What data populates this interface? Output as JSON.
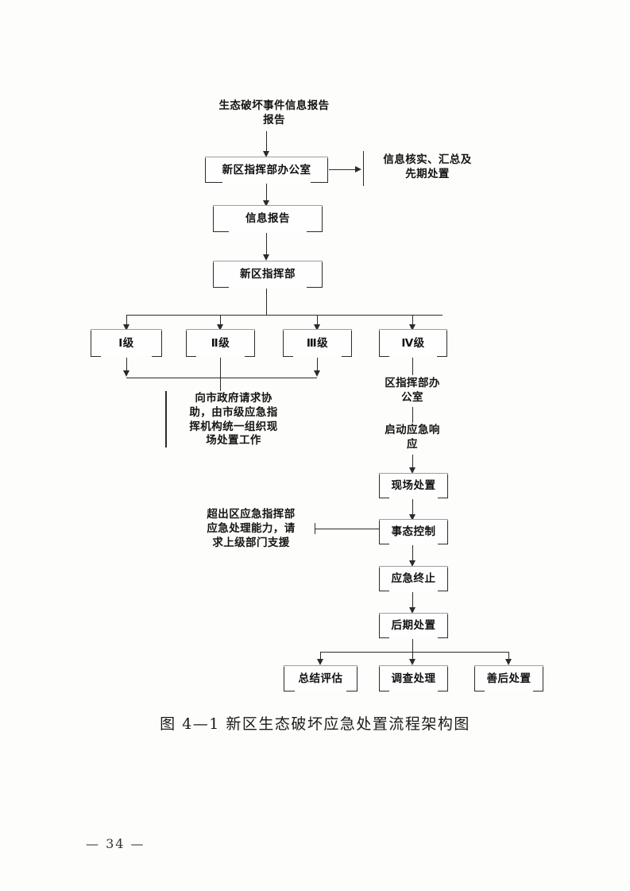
{
  "document": {
    "caption": "图 4—1 新区生态破坏应急处置流程架构图",
    "page_number": "— 34 —"
  },
  "flowchart": {
    "title_node": "生态破坏事件信息\n报告",
    "nodes": {
      "report_header": "生态破坏事件信息报告",
      "new_district_office": "新区指挥部办公室",
      "verify_note": "信息核实、汇总及\n先期处置",
      "info_report": "信息报告",
      "new_district_hq": "新区指挥部",
      "level_1": "Ⅰ级",
      "level_2": "Ⅱ级",
      "level_3": "Ⅲ级",
      "level_4": "Ⅳ级",
      "city_request_note": "向市政府请求协\n助，由市级应急指\n挥机构统一组织现\n场处置工作",
      "district_hq_office": "区指挥部办\n公室",
      "start_response": "启动应急响\n应",
      "on_site_disposal": "现场处置",
      "escalation_note": "超出区应急指挥部\n应急处理能力，请\n求上级部门支援",
      "situation_control": "事态控制",
      "emergency_termination": "应急终止",
      "post_disposal": "后期处置",
      "summary_evaluation": "总结评估",
      "investigation": "调查处理",
      "aftermath_handling": "善后处置"
    }
  },
  "colors": {
    "ink": "#2b2b2b",
    "paper": "#fdfdfb",
    "text": "#111111"
  }
}
